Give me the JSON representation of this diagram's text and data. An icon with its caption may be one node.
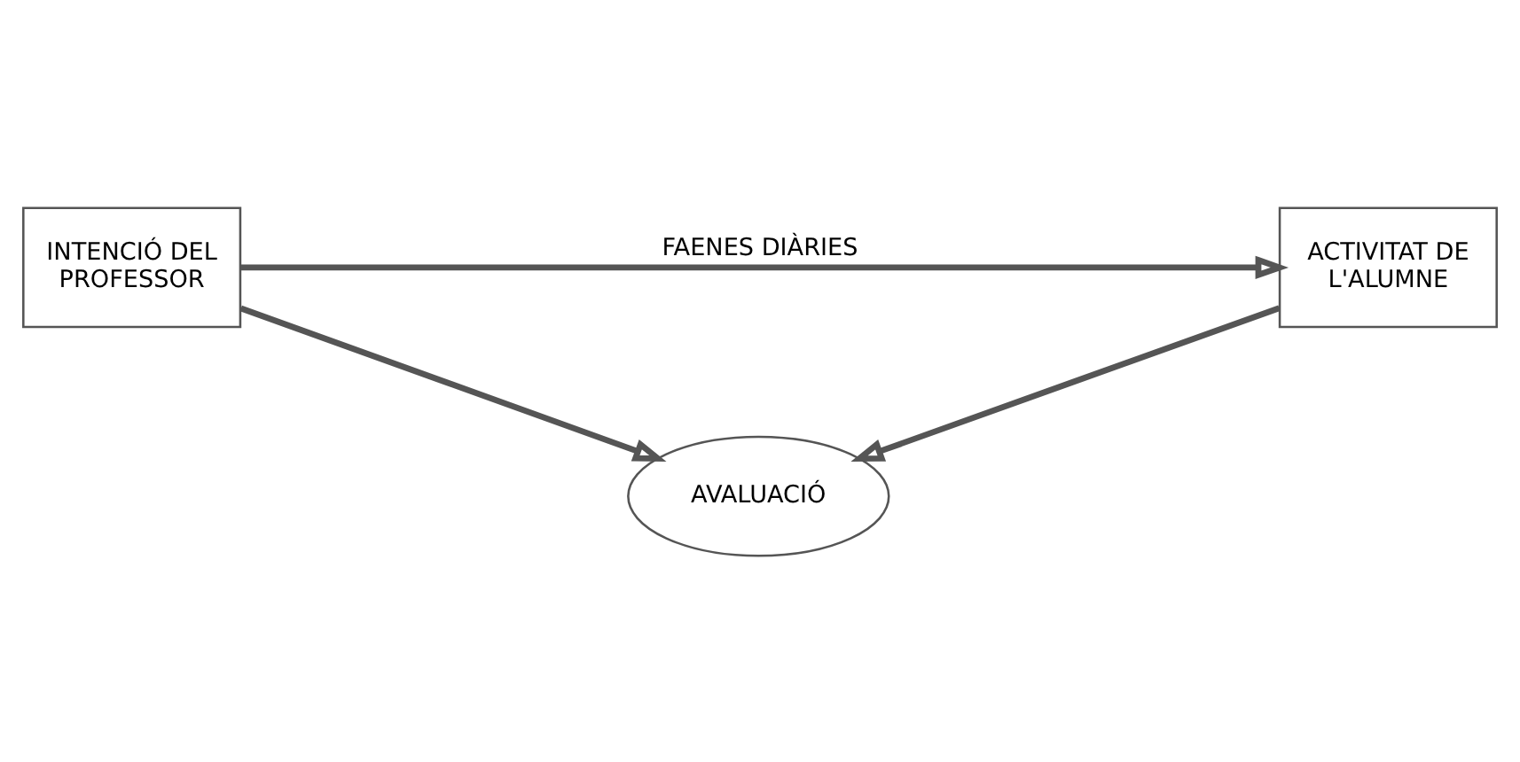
{
  "diagram": {
    "nodes": [
      {
        "text": [
          "INTENCIÓ DEL PROFESSOR"
        ]
      },
      {
        "text": [
          "ACTIVITAT DE L'ALUMNE"
        ]
      },
      {
        "text": [
          "AVALUACIÓ"
        ]
      }
    ],
    "edges": [
      {
        "from": 0,
        "to": 1,
        "arrow": "to",
        "label": "FAENES DIÀRIES"
      },
      {
        "from": 0,
        "to": 2,
        "arrow": "to"
      },
      {
        "from": 1,
        "to": 2,
        "arrow": "to"
      }
    ]
  }
}
